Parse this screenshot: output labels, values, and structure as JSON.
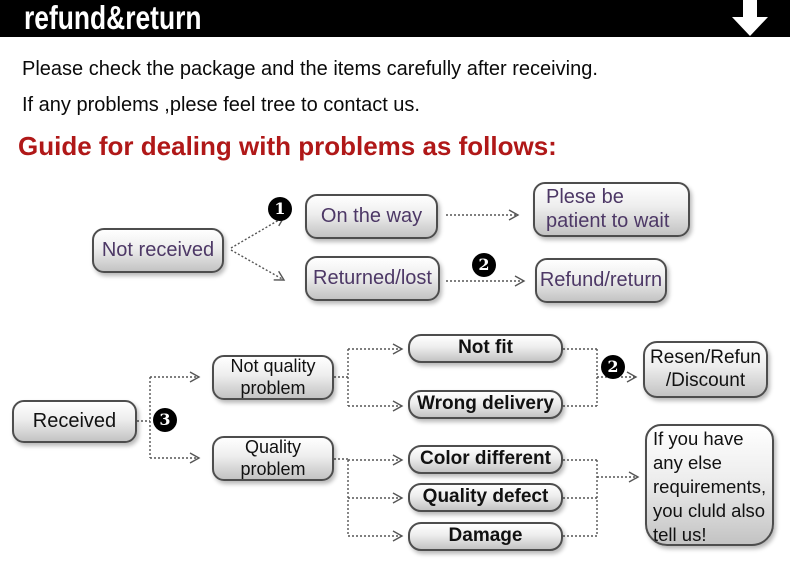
{
  "header": {
    "title": "refund&return"
  },
  "icons": {
    "header_arrow": "down-arrow"
  },
  "intro": {
    "line1": "Please check the package and the items carefully after receiving.",
    "line2": "If any problems ,plese feel tree to contact us."
  },
  "guide_heading": "Guide for dealing with problems as follows:",
  "colors": {
    "header_bg": "#000000",
    "heading_red": "#b01818",
    "flow1_text_purple": "#4d3866",
    "flow2_text": "#111111",
    "box_border": "#4d4d4d",
    "box_gradient_top": "#ffffff",
    "box_gradient_bottom": "#c3c3c3",
    "connector": "#555555"
  },
  "flow1": {
    "badge_1": "1",
    "badge_2": "2",
    "nodes": {
      "not_received": "Not received",
      "on_the_way": "On the way",
      "returned_lost": "Returned/lost",
      "please_wait": "Plese be\npatient to wait",
      "refund_return": "Refund/return"
    }
  },
  "flow2": {
    "badge_3": "3",
    "badge_2": "2",
    "nodes": {
      "received": "Received",
      "not_quality_problem": "Not quality\nproblem",
      "quality_problem": "Quality\nproblem",
      "not_fit": "Not fit",
      "wrong_delivery": "Wrong delivery",
      "color_different": "Color different",
      "quality_defect": "Quality defect",
      "damage": "Damage",
      "resend_refund_discount": "Resen/Refun\n/Discount",
      "note": "If you have\nany else\nrequirements,\nyou cluld also\ntell us!"
    }
  }
}
